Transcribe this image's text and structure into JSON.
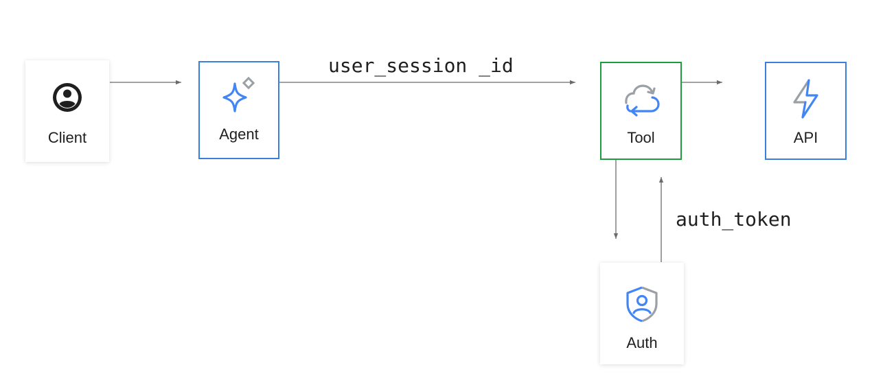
{
  "nodes": {
    "client": {
      "label": "Client",
      "icon": "user-circle-icon"
    },
    "agent": {
      "label": "Agent",
      "icon": "sparkle-icon"
    },
    "tool": {
      "label": "Tool",
      "icon": "cloud-sync-icon"
    },
    "api": {
      "label": "API",
      "icon": "lightning-icon"
    },
    "auth": {
      "label": "Auth",
      "icon": "shield-user-icon"
    }
  },
  "edges": {
    "agent_to_tool": {
      "label": "user_session _id"
    },
    "auth_to_tool": {
      "label": "auth_token"
    }
  },
  "colors": {
    "blue_border": "#3b7ddb",
    "green_border": "#1f9a3e",
    "icon_blue": "#4285f4",
    "icon_gray": "#9aa0a6",
    "arrow": "#6b6b6b",
    "text": "#1f1f1f"
  }
}
